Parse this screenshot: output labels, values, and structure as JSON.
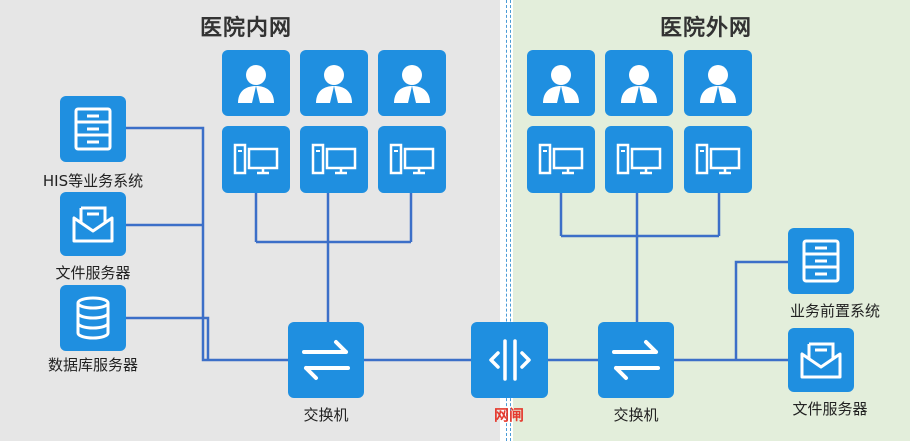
{
  "zones": {
    "inner_title": "医院内网",
    "outer_title": "医院外网"
  },
  "inner": {
    "servers": [
      {
        "label": "HIS等业务系统",
        "icon": "cabinet-icon"
      },
      {
        "label": "文件服务器",
        "icon": "mail-icon"
      },
      {
        "label": "数据库服务器",
        "icon": "database-icon"
      }
    ],
    "switch_label": "交换机",
    "user_icon": "user-icon",
    "pc_icon": "desktop-pc-icon"
  },
  "gateway": {
    "label": "网闸",
    "icon": "gateway-icon"
  },
  "outer": {
    "switch_label": "交换机",
    "servers": [
      {
        "label": "业务前置系统",
        "icon": "cabinet-icon"
      },
      {
        "label": "文件服务器",
        "icon": "mail-icon"
      }
    ]
  },
  "colors": {
    "tile": "#1f8fe0",
    "line": "#3c6fc8",
    "inner_bg": "#e6e6e6",
    "outer_bg": "#e3eedb",
    "gate_label": "#e53a2f"
  }
}
